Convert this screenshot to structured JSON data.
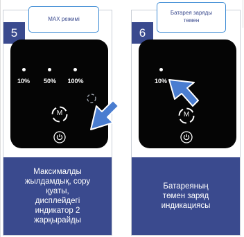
{
  "panels": [
    {
      "step": "5",
      "callout": "MAX режимі",
      "levels": [
        "10%",
        "50%",
        "100%"
      ],
      "mode_label": "M",
      "description": "Максималды\nжылдамдық, сору\nқуаты,\nдисплейдегі\nиндикатор 2\nжарқырайды"
    },
    {
      "step": "6",
      "callout": "Батарея заряды\nтөмен",
      "levels": [
        "10%"
      ],
      "mode_label": "M",
      "description": "Батареяның\nтөмен заряд\nиндикациясы"
    }
  ],
  "colors": {
    "accent": "#3a4a8e",
    "callout_border": "#3b8ad4",
    "arrow": "#4a7dd0",
    "device": "#050505"
  }
}
